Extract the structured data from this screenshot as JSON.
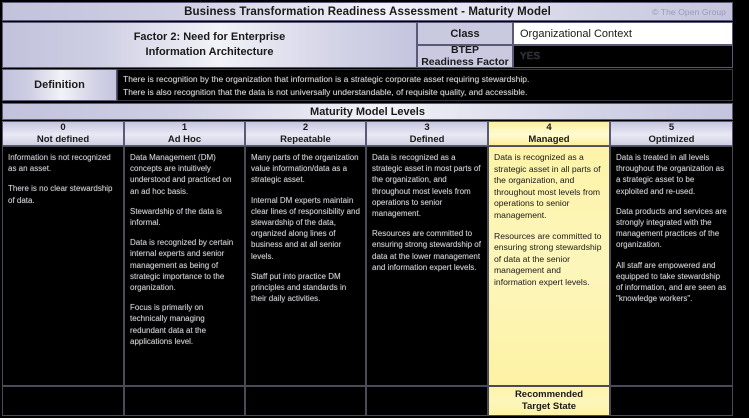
{
  "title": "Business Transformation Readiness Assessment - Maturity Model",
  "copyright": "© The Open Group",
  "factor": {
    "line1": "Factor 2: Need for Enterprise",
    "line2": "Information Architecture"
  },
  "meta": {
    "class_label": "Class",
    "class_value": "Organizational Context",
    "btep_label_line1": "BTEP",
    "btep_label_line2": "Readiness Factor",
    "btep_value": "YES"
  },
  "definition": {
    "label": "Definition",
    "line1": "There is recognition by the organization that information is a strategic corporate asset requiring stewardship.",
    "line2": "There is also recognition that the data is not universally understandable, of requisite quality, and accessible."
  },
  "levels_band": "Maturity Model Levels",
  "levels": [
    {
      "number": "0",
      "name": "Not defined",
      "highlight": false,
      "paragraphs": [
        "Information is not recognized as an asset.",
        "There is no clear stewardship of data."
      ],
      "footer": ""
    },
    {
      "number": "1",
      "name": "Ad Hoc",
      "highlight": false,
      "paragraphs": [
        "Data Management (DM) concepts are intuitively understood and practiced on an ad hoc basis.",
        "Stewardship of the data is informal.",
        "Data is recognized by certain internal experts and senior management as being of strategic importance to the organization.",
        "Focus is primarily on technically managing redundant data at the applications level."
      ],
      "footer": ""
    },
    {
      "number": "2",
      "name": "Repeatable",
      "highlight": false,
      "paragraphs": [
        "Many parts of the organization value information/data as a strategic asset.",
        "Internal DM experts maintain clear lines of responsibility and stewardship of the data, organized along lines of business and at all senior levels.",
        "Staff put into practice DM principles and standards in their daily activities."
      ],
      "footer": ""
    },
    {
      "number": "3",
      "name": "Defined",
      "highlight": false,
      "paragraphs": [
        "Data is recognized as a strategic asset in most parts of the organization, and throughout most levels from operations to senior management.",
        "Resources are committed to ensuring strong stewardship of data at the lower management and information expert levels."
      ],
      "footer": ""
    },
    {
      "number": "4",
      "name": "Managed",
      "highlight": true,
      "paragraphs": [
        "Data is recognized as a strategic asset in all parts of the organization, and throughout most levels from operations to senior management.",
        "Resources are committed to ensuring strong stewardship of data at the senior management and information expert levels."
      ],
      "footer_line1": "Recommended",
      "footer_line2": "Target State"
    },
    {
      "number": "5",
      "name": "Optimized",
      "highlight": false,
      "paragraphs": [
        "Data is treated in all levels throughout the organization as a strategic asset to be exploited and re-used.",
        "Data products and services are strongly integrated with the management practices of the organization.",
        "All staff are empowered and equipped to take stewardship of information, and are seen as \"knowledge workers\"."
      ],
      "footer": ""
    }
  ],
  "colors": {
    "header_lavender": "#c9c9e0",
    "highlight_yellow": "#fdf3a8",
    "body_black": "#000000",
    "border": "#5a5a78"
  }
}
